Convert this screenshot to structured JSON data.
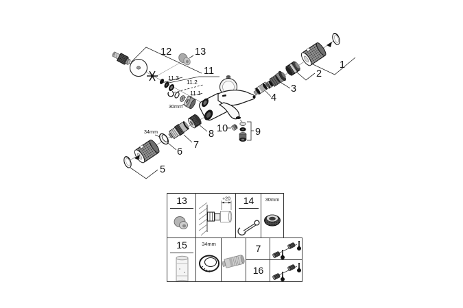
{
  "diagram": {
    "callouts": {
      "p1": "1",
      "p2": "2",
      "p3": "3",
      "p4": "4",
      "p5": "5",
      "p6": "6",
      "p7": "7",
      "p8": "8",
      "p9": "9",
      "p10": "10",
      "p11": "11",
      "p11_1": "11.1",
      "p11_2": "11.2",
      "p11_3": "11.3",
      "p12": "12",
      "p13": "13",
      "dim_30mm": "30mm",
      "dim_34mm": "34mm"
    }
  },
  "table": {
    "row1": {
      "num13": "13",
      "dim_plus20": "+20",
      "num14": "14",
      "dim_30mm": "30mm"
    },
    "row2": {
      "num15": "15",
      "dim_34mm": "34mm",
      "num7": "7",
      "num16": "16"
    }
  },
  "colors": {
    "line": "#1a1a1a",
    "grey": "#9a9a9a",
    "background": "#ffffff"
  }
}
